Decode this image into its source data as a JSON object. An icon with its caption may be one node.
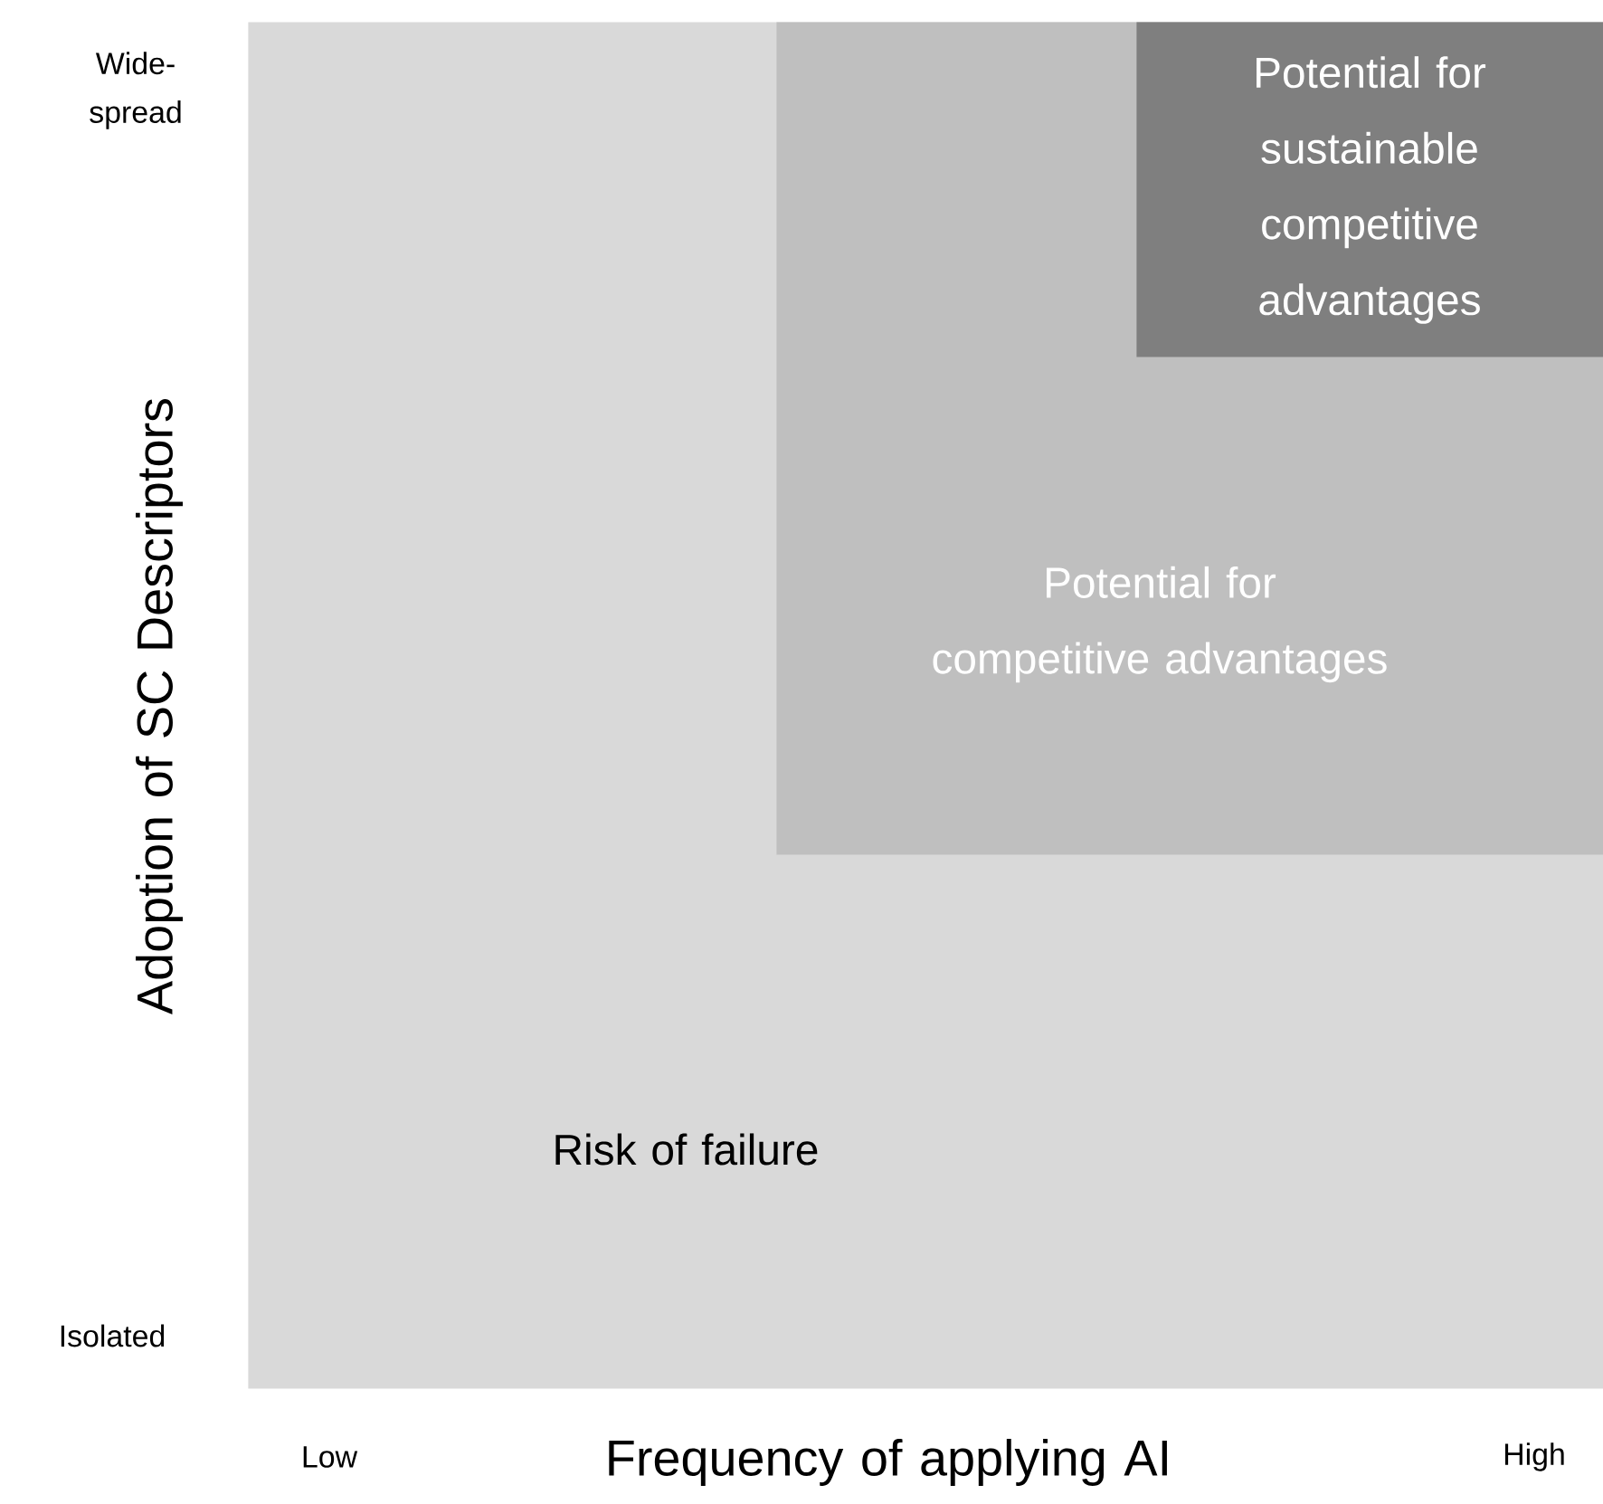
{
  "diagram": {
    "nodes": [
      {
        "text": [
          "Risk of failure"
        ]
      },
      {
        "text": [
          "Potential for competitive advantages"
        ],
        "in": 0
      },
      {
        "text": [
          "Potential for sustainable competitive advantages"
        ],
        "in": 1
      }
    ],
    "labels": [
      "Wide- spread",
      "Isolated",
      "Adoption of SC Descriptors",
      "Low",
      "Frequency of applying AI",
      "High"
    ]
  }
}
